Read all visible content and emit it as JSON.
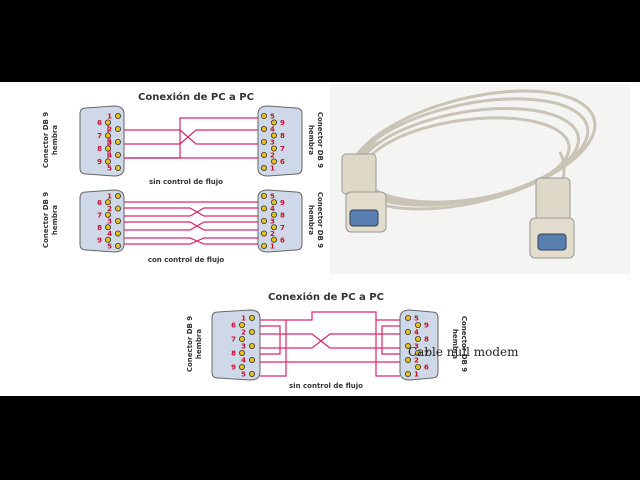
{
  "diagram_top": {
    "title": "Conexión de PC a PC",
    "left_connector_label": [
      "Conector DB 9",
      "hembra"
    ],
    "right_connector_label": [
      "Conector DB 9",
      "hembra"
    ],
    "left_pins": [
      "1",
      "6",
      "2",
      "7",
      "3",
      "8",
      "4",
      "9",
      "5"
    ],
    "right_pins": [
      "5",
      "9",
      "4",
      "8",
      "3",
      "7",
      "2",
      "6",
      "1"
    ]
  },
  "caption_no_flow": "sin control de flujo",
  "caption_flow": "con control de flujo",
  "photo_caption": "Cable null modem",
  "diagram_bottom": {
    "title": "Conexión de PC a PC",
    "left_connector_label": [
      "Conector DB 9",
      "hembra"
    ],
    "right_connector_label": [
      "Conector DB 9",
      "hembra"
    ],
    "left_pins": [
      "1",
      "6",
      "2",
      "7",
      "3",
      "8",
      "4",
      "9",
      "5"
    ],
    "right_pins": [
      "5",
      "9",
      "4",
      "8",
      "3",
      "7",
      "2",
      "6",
      "1"
    ],
    "caption": "sin control de flujo"
  },
  "colors": {
    "wire": "#d9266a",
    "pin_number": "#c8102e",
    "connector": "#cfd8e8",
    "pin": "#e6c21a",
    "text": "#333333"
  }
}
